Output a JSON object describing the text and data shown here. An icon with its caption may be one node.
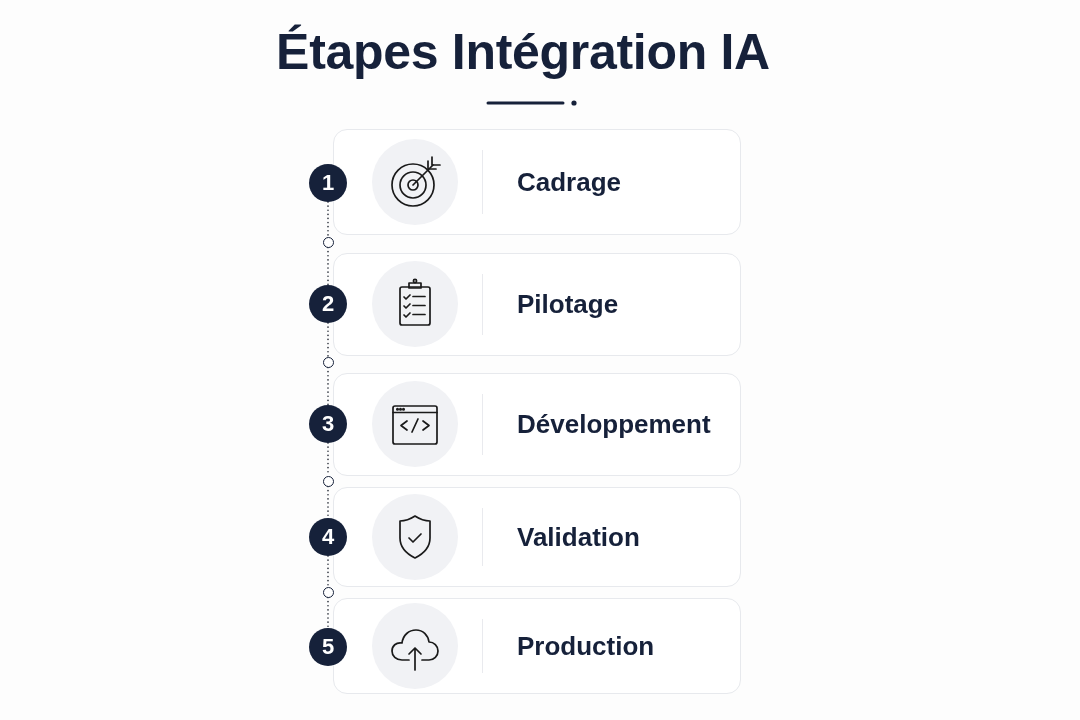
{
  "diagram": {
    "title": "Étapes Intégration IA",
    "nodes": [
      {
        "text": [
          "1"
        ]
      },
      {
        "text": [
          "Cadrage"
        ]
      },
      {
        "text": [],
        "shape": "circle"
      },
      {
        "text": [
          "2"
        ]
      },
      {
        "text": [
          "Pilotage"
        ]
      },
      {
        "text": [],
        "shape": "circle"
      },
      {
        "text": [
          "3"
        ]
      },
      {
        "text": [
          "Développement"
        ]
      },
      {
        "text": [],
        "shape": "circle"
      },
      {
        "text": [
          "4"
        ]
      },
      {
        "text": [
          "Validation"
        ]
      },
      {
        "text": [],
        "shape": "circle"
      },
      {
        "text": [
          "5"
        ]
      },
      {
        "text": [
          "Production"
        ]
      }
    ],
    "edges": [
      {
        "from": 0,
        "to": 2,
        "arrow": "none",
        "style": "dashed"
      },
      {
        "from": 2,
        "to": 3,
        "arrow": "none",
        "style": "dashed"
      },
      {
        "from": 3,
        "to": 5,
        "arrow": "none",
        "style": "dashed"
      },
      {
        "from": 5,
        "to": 6,
        "arrow": "none",
        "style": "dashed"
      },
      {
        "from": 6,
        "to": 8,
        "arrow": "none",
        "style": "dashed"
      },
      {
        "from": 8,
        "to": 9,
        "arrow": "none",
        "style": "dashed"
      },
      {
        "from": 9,
        "to": 11,
        "arrow": "none",
        "style": "dashed"
      },
      {
        "from": 11,
        "to": 12,
        "arrow": "none",
        "style": "dashed"
      }
    ]
  }
}
